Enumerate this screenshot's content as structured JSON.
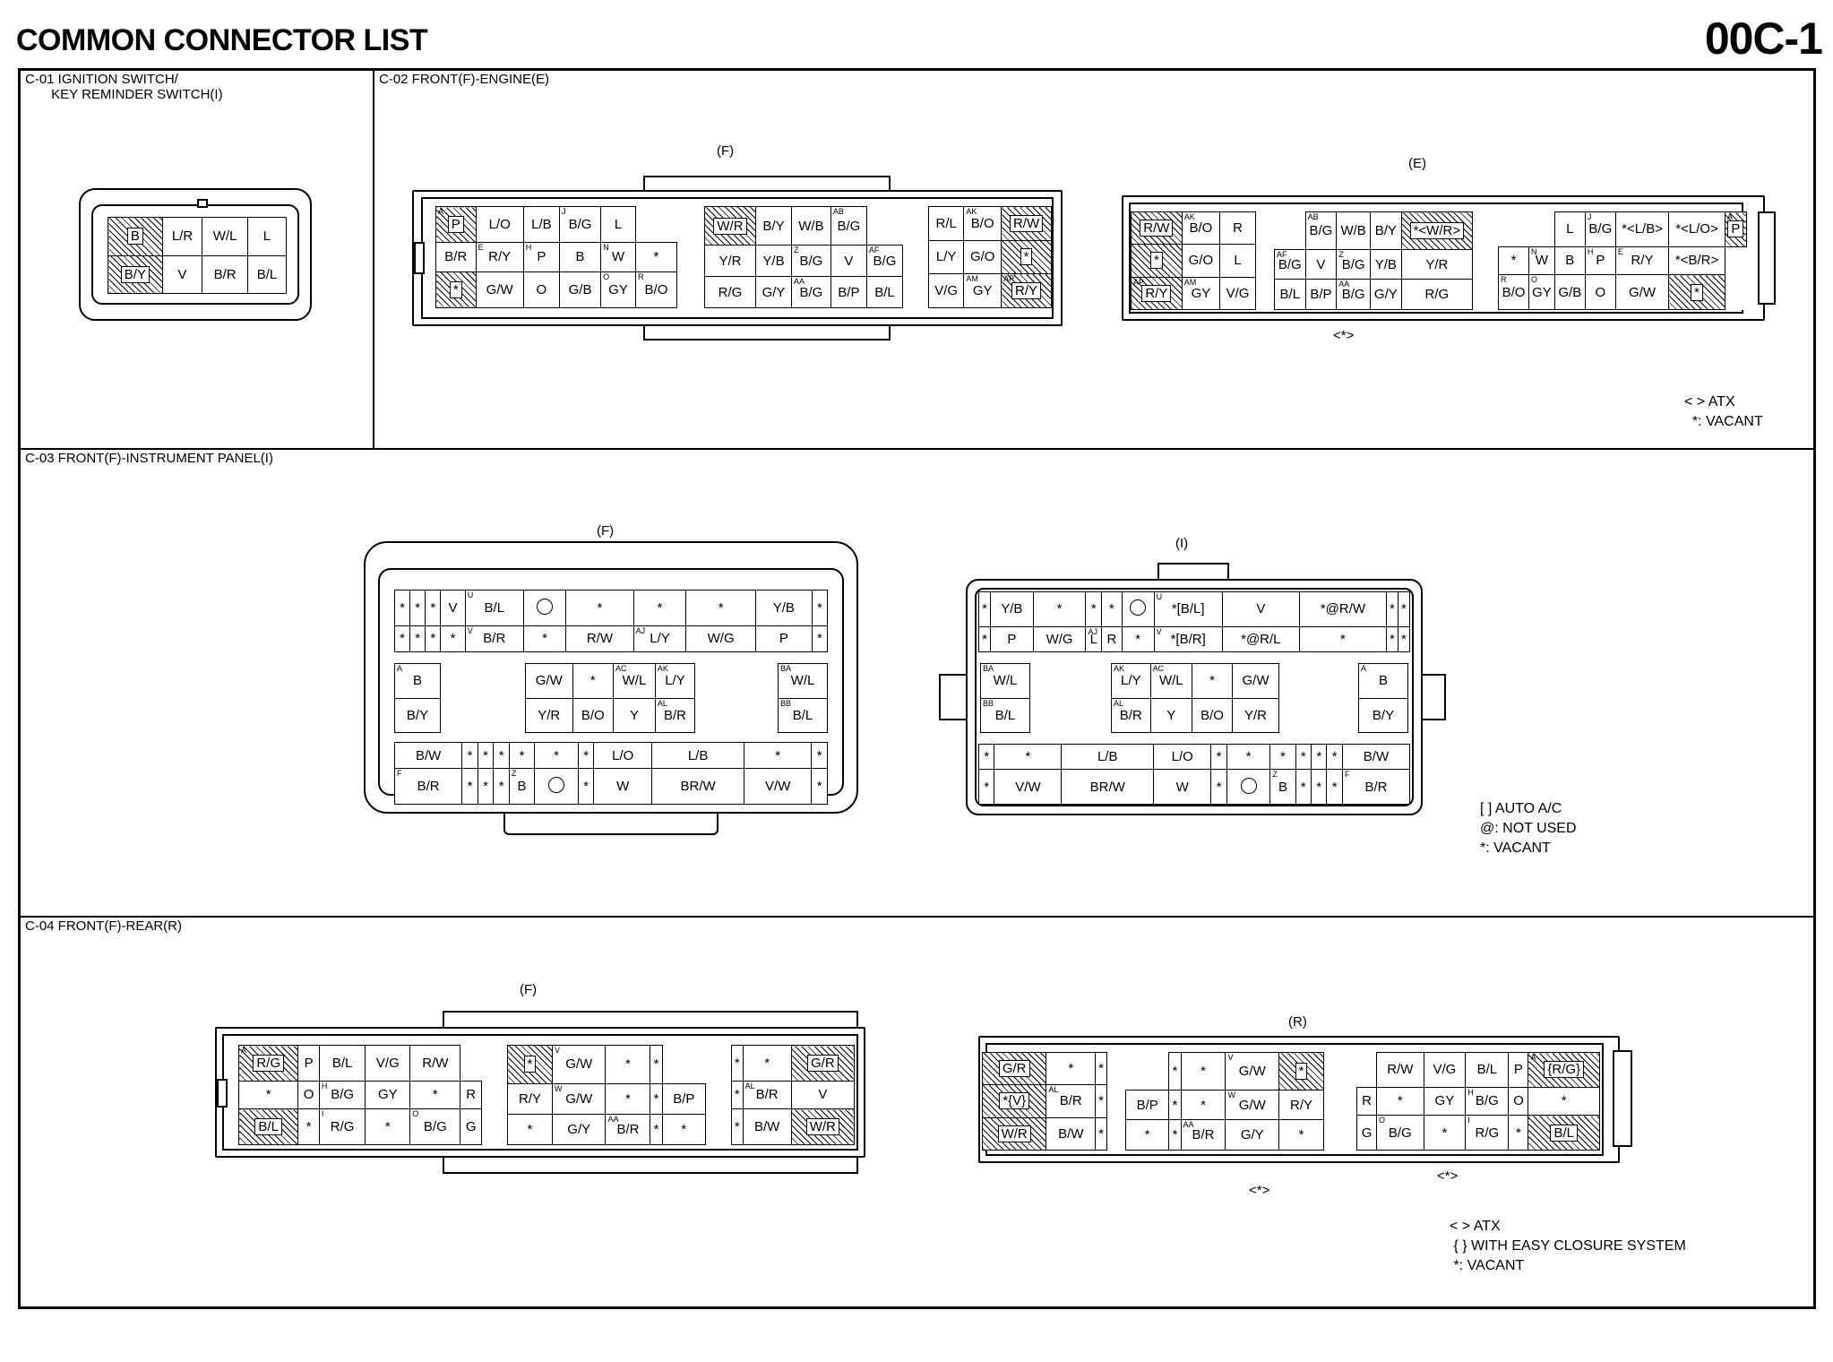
{
  "header": {
    "title": "COMMON CONNECTOR LIST",
    "page": "00C-1"
  },
  "panels": {
    "c01": {
      "label": "C-01 IGNITION SWITCH/\n       KEY REMINDER SWITCH(I)"
    },
    "c02": {
      "label": "C-02 FRONT(F)-ENGINE(E)",
      "sub_f": "(F)",
      "sub_e": "(E)",
      "note": "<*>",
      "legend": "< > ATX\n  *: VACANT"
    },
    "c03": {
      "label": "C-03 FRONT(F)-INSTRUMENT PANEL(I)",
      "sub_f": "(F)",
      "sub_i": "(I)",
      "legend": "[ ] AUTO A/C\n@: NOT USED\n*: VACANT"
    },
    "c04": {
      "label": "C-04 FRONT(F)-REAR(R)",
      "sub_f": "(F)",
      "sub_r": "(R)",
      "note1": "<*>",
      "note2": "<*>",
      "legend": "< > ATX\n { } WITH EASY CLOSURE SYSTEM\n *: VACANT"
    }
  },
  "connectors": {
    "c01": [
      [
        [
          "B",
          "lock"
        ],
        [
          "L/R"
        ],
        [
          "W/L"
        ],
        [
          "L"
        ]
      ],
      [
        [
          "B/Y",
          "lock"
        ],
        [
          "V"
        ],
        [
          "B/R"
        ],
        [
          "B/L"
        ]
      ]
    ],
    "c02f_a": [
      [
        [
          "P",
          "lock",
          "A"
        ],
        [
          "L/O"
        ],
        [
          "L/B"
        ],
        [
          "B/G",
          "",
          "J"
        ],
        [
          "L"
        ],
        [
          "",
          "blank"
        ]
      ],
      [
        [
          "B/R"
        ],
        [
          "R/Y",
          "",
          "E"
        ],
        [
          "P",
          "",
          "H"
        ],
        [
          "B"
        ],
        [
          "W",
          "",
          "N"
        ],
        [
          "*"
        ]
      ],
      [
        [
          "*",
          "lock"
        ],
        [
          "G/W"
        ],
        [
          "O"
        ],
        [
          "G/B"
        ],
        [
          "GY",
          "",
          "O"
        ],
        [
          "B/O",
          "",
          "R"
        ]
      ]
    ],
    "c02f_b": [
      [
        [
          "W/R",
          "lock"
        ],
        [
          "B/Y"
        ],
        [
          "W/B"
        ],
        [
          "B/G",
          "",
          "AB"
        ],
        [
          "",
          "blank"
        ]
      ],
      [
        [
          "Y/R"
        ],
        [
          "Y/B"
        ],
        [
          "B/G",
          "",
          "Z"
        ],
        [
          "V"
        ],
        [
          "B/G",
          "",
          "AF"
        ]
      ],
      [
        [
          "R/G"
        ],
        [
          "G/Y"
        ],
        [
          "B/G",
          "",
          "AA"
        ],
        [
          "B/P"
        ],
        [
          "B/L"
        ]
      ]
    ],
    "c02f_c": [
      [
        [
          "R/L"
        ],
        [
          "B/O",
          "",
          "AK"
        ],
        [
          "R/W",
          "lock"
        ]
      ],
      [
        [
          "L/Y"
        ],
        [
          "G/O"
        ],
        [
          "*",
          "lock"
        ]
      ],
      [
        [
          "V/G"
        ],
        [
          "GY",
          "",
          "AM"
        ],
        [
          "R/Y",
          "lock",
          "AP"
        ]
      ]
    ],
    "c02e_a": [
      [
        [
          "R/W",
          "lock"
        ],
        [
          "B/O",
          "",
          "AK"
        ],
        [
          "R"
        ]
      ],
      [
        [
          "*",
          "lock"
        ],
        [
          "G/O"
        ],
        [
          "L"
        ]
      ],
      [
        [
          "R/Y",
          "lock",
          "AP"
        ],
        [
          "GY",
          "",
          "AM"
        ],
        [
          "V/G"
        ]
      ]
    ],
    "c02e_b": [
      [
        [
          "",
          "blank"
        ],
        [
          "B/G",
          "",
          "AB"
        ],
        [
          "W/B"
        ],
        [
          "B/Y"
        ],
        [
          "*<W/R>",
          "lock"
        ]
      ],
      [
        [
          "B/G",
          "",
          "AF"
        ],
        [
          "V"
        ],
        [
          "B/G",
          "",
          "Z"
        ],
        [
          "Y/B"
        ],
        [
          "Y/R"
        ]
      ],
      [
        [
          "B/L"
        ],
        [
          "B/P"
        ],
        [
          "B/G",
          "",
          "AA"
        ],
        [
          "G/Y"
        ],
        [
          "R/G"
        ]
      ]
    ],
    "c02e_c": [
      [
        [
          "",
          "blank"
        ],
        [
          "",
          "blank"
        ],
        [
          "L"
        ],
        [
          "B/G",
          "",
          "J"
        ],
        [
          "*<L/B>"
        ],
        [
          "*<L/O>"
        ],
        [
          "P",
          "lock",
          "A"
        ]
      ],
      [
        [
          "*"
        ],
        [
          "W",
          "",
          "N"
        ],
        [
          "B"
        ],
        [
          "P",
          "",
          "H"
        ],
        [
          "R/Y",
          "",
          "E"
        ],
        [
          "*<B/R>"
        ],
        [
          "",
          "blank"
        ]
      ],
      [
        [
          "B/O",
          "",
          "R"
        ],
        [
          "GY",
          "",
          "O"
        ],
        [
          "G/B"
        ],
        [
          "O"
        ],
        [
          "G/W"
        ],
        [
          "*",
          "lock"
        ],
        [
          "",
          "blank"
        ]
      ]
    ],
    "c03f_top": [
      [
        [
          "*"
        ],
        [
          "*"
        ],
        [
          "*"
        ],
        [
          "V"
        ],
        [
          "B/L",
          "",
          "U"
        ],
        [
          "(O)"
        ],
        [
          "*"
        ],
        [
          "*"
        ],
        [
          "*"
        ],
        [
          "Y/B"
        ],
        [
          "*"
        ]
      ],
      [
        [
          "*"
        ],
        [
          "*"
        ],
        [
          "*"
        ],
        [
          "*"
        ],
        [
          "B/R",
          "",
          "V"
        ],
        [
          "*"
        ],
        [
          "R/W"
        ],
        [
          "L/Y",
          "",
          "AJ"
        ],
        [
          "W/G"
        ],
        [
          "P"
        ],
        [
          "*"
        ]
      ]
    ],
    "c03f_l": [
      [
        [
          "B",
          "",
          "A"
        ]
      ],
      [
        [
          "B/Y"
        ]
      ]
    ],
    "c03f_mid": [
      [
        [
          "G/W"
        ],
        [
          "*"
        ],
        [
          "W/L",
          "",
          "AC"
        ],
        [
          "L/Y",
          "",
          "AK"
        ]
      ],
      [
        [
          "Y/R"
        ],
        [
          "B/O"
        ],
        [
          "Y"
        ],
        [
          "B/R",
          "",
          "AL"
        ]
      ]
    ],
    "c03f_r": [
      [
        [
          "W/L",
          "",
          "BA"
        ]
      ],
      [
        [
          "B/L",
          "",
          "BB"
        ]
      ]
    ],
    "c03f_bot": [
      [
        [
          "B/W"
        ],
        [
          "*"
        ],
        [
          "*"
        ],
        [
          "*"
        ],
        [
          "*"
        ],
        [
          "*"
        ],
        [
          "*"
        ],
        [
          "L/O"
        ],
        [
          "L/B"
        ],
        [
          "*"
        ],
        [
          "*"
        ]
      ],
      [
        [
          "B/R",
          "",
          "F"
        ],
        [
          "*"
        ],
        [
          "*"
        ],
        [
          "*"
        ],
        [
          "B",
          "",
          "Z"
        ],
        [
          "(O)"
        ],
        [
          "*"
        ],
        [
          "W"
        ],
        [
          "BR/W"
        ],
        [
          "V/W"
        ],
        [
          "*"
        ]
      ]
    ],
    "c03i_top": [
      [
        [
          "*"
        ],
        [
          "Y/B"
        ],
        [
          "*"
        ],
        [
          "*"
        ],
        [
          "*"
        ],
        [
          "(O)"
        ],
        [
          "*[B/L]",
          "",
          "U"
        ],
        [
          "V"
        ],
        [
          "*@R/W"
        ],
        [
          "*"
        ],
        [
          "*"
        ]
      ],
      [
        [
          "*"
        ],
        [
          "P"
        ],
        [
          "W/G"
        ],
        [
          "L",
          "",
          "AJ"
        ],
        [
          "R"
        ],
        [
          "*"
        ],
        [
          "*[B/R]",
          "",
          "V"
        ],
        [
          "*@R/L"
        ],
        [
          "*"
        ],
        [
          "*"
        ],
        [
          "*"
        ]
      ]
    ],
    "c03i_l": [
      [
        [
          "W/L",
          "",
          "BA"
        ]
      ],
      [
        [
          "B/L",
          "",
          "BB"
        ]
      ]
    ],
    "c03i_mid": [
      [
        [
          "L/Y",
          "",
          "AK"
        ],
        [
          "W/L",
          "",
          "AC"
        ],
        [
          "*"
        ],
        [
          "G/W"
        ]
      ],
      [
        [
          "B/R",
          "",
          "AL"
        ],
        [
          "Y"
        ],
        [
          "B/O"
        ],
        [
          "Y/R"
        ]
      ]
    ],
    "c03i_r": [
      [
        [
          "B",
          "",
          "A"
        ]
      ],
      [
        [
          "B/Y"
        ]
      ]
    ],
    "c03i_bot": [
      [
        [
          "*"
        ],
        [
          "*"
        ],
        [
          "L/B"
        ],
        [
          "L/O"
        ],
        [
          "*"
        ],
        [
          "*"
        ],
        [
          "*"
        ],
        [
          "*"
        ],
        [
          "*"
        ],
        [
          "*"
        ],
        [
          "B/W"
        ]
      ],
      [
        [
          "*"
        ],
        [
          "V/W"
        ],
        [
          "BR/W"
        ],
        [
          "W"
        ],
        [
          "*"
        ],
        [
          "(O)"
        ],
        [
          "B",
          "",
          "Z"
        ],
        [
          "*"
        ],
        [
          "*"
        ],
        [
          "*"
        ],
        [
          "B/R",
          "",
          "F"
        ]
      ]
    ],
    "c04f_a": [
      [
        [
          "R/G",
          "lock",
          "A"
        ],
        [
          "P"
        ],
        [
          "B/L"
        ],
        [
          "V/G"
        ],
        [
          "R/W"
        ],
        [
          "",
          "blank"
        ]
      ],
      [
        [
          "*"
        ],
        [
          "O"
        ],
        [
          "B/G",
          "",
          "H"
        ],
        [
          "GY"
        ],
        [
          "*"
        ],
        [
          "R"
        ]
      ],
      [
        [
          "B/L",
          "lock"
        ],
        [
          "*"
        ],
        [
          "R/G",
          "",
          "I"
        ],
        [
          "*"
        ],
        [
          "B/G",
          "",
          "O"
        ],
        [
          "G"
        ]
      ]
    ],
    "c04f_b": [
      [
        [
          "*",
          "lock"
        ],
        [
          "G/W",
          "",
          "V"
        ],
        [
          "*"
        ],
        [
          "*"
        ],
        [
          "",
          "blank"
        ]
      ],
      [
        [
          "R/Y"
        ],
        [
          "G/W",
          "",
          "W"
        ],
        [
          "*"
        ],
        [
          "*"
        ],
        [
          "B/P"
        ]
      ],
      [
        [
          "*"
        ],
        [
          "G/Y"
        ],
        [
          "B/R",
          "",
          "AA"
        ],
        [
          "*"
        ],
        [
          "*"
        ]
      ]
    ],
    "c04f_c": [
      [
        [
          "*"
        ],
        [
          "*"
        ],
        [
          "G/R",
          "lock"
        ]
      ],
      [
        [
          "*"
        ],
        [
          "B/R",
          "",
          "AL"
        ],
        [
          "V"
        ]
      ],
      [
        [
          "*"
        ],
        [
          "B/W"
        ],
        [
          "W/R",
          "lock"
        ]
      ]
    ],
    "c04r_a": [
      [
        [
          "G/R",
          "lock"
        ],
        [
          "*"
        ],
        [
          "*"
        ]
      ],
      [
        [
          "*{V}",
          "lock"
        ],
        [
          "B/R",
          "",
          "AL"
        ],
        [
          "*"
        ]
      ],
      [
        [
          "W/R",
          "lock"
        ],
        [
          "B/W"
        ],
        [
          "*"
        ]
      ]
    ],
    "c04r_b": [
      [
        [
          "",
          "blank"
        ],
        [
          "*"
        ],
        [
          "*"
        ],
        [
          "G/W",
          "",
          "V"
        ],
        [
          "*",
          "lock"
        ]
      ],
      [
        [
          "B/P"
        ],
        [
          "*"
        ],
        [
          "*"
        ],
        [
          "G/W",
          "",
          "W"
        ],
        [
          "R/Y"
        ]
      ],
      [
        [
          "*"
        ],
        [
          "*"
        ],
        [
          "B/R",
          "",
          "AA"
        ],
        [
          "G/Y"
        ],
        [
          "*"
        ]
      ]
    ],
    "c04r_c": [
      [
        [
          "",
          "blank"
        ],
        [
          "R/W"
        ],
        [
          "V/G"
        ],
        [
          "B/L"
        ],
        [
          "P"
        ],
        [
          "{R/G}",
          "lock",
          "A"
        ]
      ],
      [
        [
          "R"
        ],
        [
          "*"
        ],
        [
          "GY"
        ],
        [
          "B/G",
          "",
          "H"
        ],
        [
          "O"
        ],
        [
          "*"
        ]
      ],
      [
        [
          "G"
        ],
        [
          "B/G",
          "",
          "O"
        ],
        [
          "*"
        ],
        [
          "R/G",
          "",
          "I"
        ],
        [
          "*"
        ],
        [
          "B/L",
          "lock"
        ]
      ]
    ]
  }
}
